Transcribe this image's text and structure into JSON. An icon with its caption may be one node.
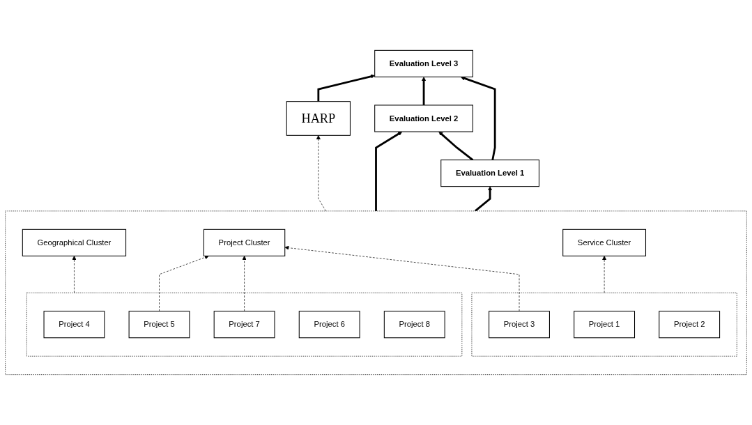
{
  "diagram": {
    "nodes": [
      {
        "text": [
          "HARP"
        ]
      },
      {
        "text": [
          "Evaluation Level 3"
        ]
      },
      {
        "text": [],
        "shape": "box"
      },
      {
        "text": [
          "Service Cluster"
        ],
        "in": 2
      },
      {
        "text": [
          "Project Cluster"
        ],
        "in": 2
      },
      {
        "text": [
          "Geographical Cluster"
        ],
        "in": 2
      },
      {
        "text": [
          "Evaluation Level 2"
        ]
      },
      {
        "text": [],
        "shape": "box",
        "in": 2
      },
      {
        "text": [
          "Project 1"
        ],
        "in": 7
      },
      {
        "text": [
          "Project 2"
        ],
        "in": 7
      },
      {
        "text": [
          "Project 3"
        ],
        "in": 7
      },
      {
        "text": [],
        "shape": "box",
        "in": 2
      },
      {
        "text": [
          "Project 4"
        ],
        "in": 11
      },
      {
        "text": [
          "Project 5"
        ],
        "in": 11
      },
      {
        "text": [
          "Project 6"
        ],
        "in": 11
      },
      {
        "text": [
          "Project 7"
        ],
        "in": 11
      },
      {
        "text": [
          "Project 8"
        ],
        "in": 11
      },
      {
        "text": [
          "Evaluation Level 1"
        ]
      }
    ],
    "edges": [
      {
        "from": 2,
        "to": 0,
        "arrow": "to",
        "style": "dashed"
      },
      {
        "from": 7,
        "to": 3,
        "arrow": "to",
        "style": "dashed"
      },
      {
        "from": 10,
        "to": 4,
        "arrow": "to",
        "style": "dashed"
      },
      {
        "from": 13,
        "to": 4,
        "arrow": "to",
        "style": "dashed"
      },
      {
        "from": 15,
        "to": 4,
        "arrow": "to",
        "style": "dashed"
      },
      {
        "from": 11,
        "to": 5,
        "arrow": "to",
        "style": "dashed"
      },
      {
        "from": 0,
        "to": 1,
        "arrow": "to",
        "style": "thick"
      },
      {
        "from": 2,
        "to": 6,
        "arrow": "to",
        "style": "thick"
      },
      {
        "from": 2,
        "to": 17,
        "arrow": "to",
        "style": "thick"
      },
      {
        "from": 6,
        "to": 1,
        "arrow": "to",
        "style": "thick"
      },
      {
        "from": 17,
        "to": 6,
        "arrow": "to",
        "style": "thick"
      },
      {
        "from": 17,
        "to": 1,
        "arrow": "to",
        "style": "thick"
      }
    ]
  }
}
